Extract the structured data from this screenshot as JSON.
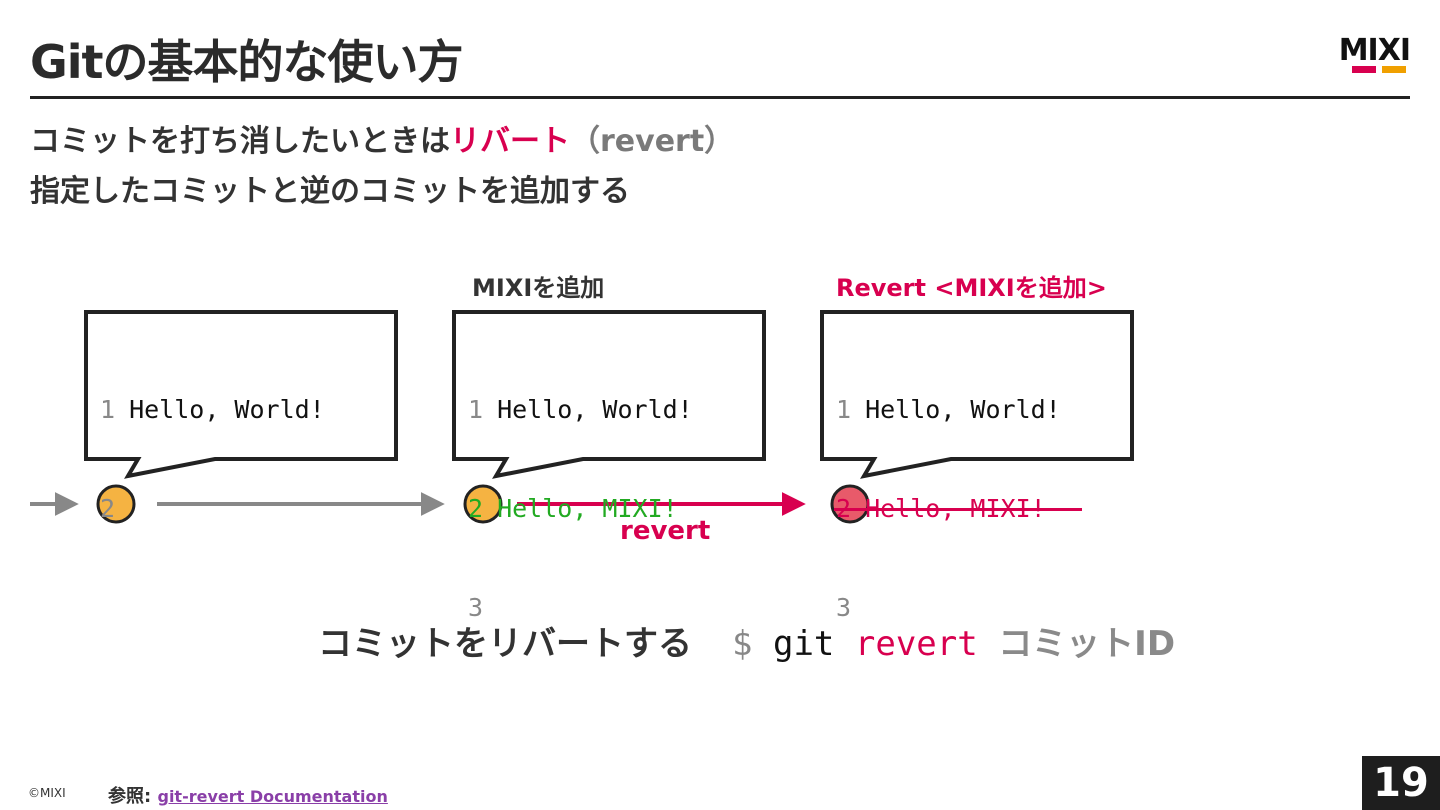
{
  "header": {
    "title": "Gitの基本的な使い方",
    "logo_text": "MIXI",
    "logo_colors": [
      "#d8004f",
      "#f0a000"
    ]
  },
  "subtitle": {
    "line1_prefix": "コミットを打ち消したいときは",
    "line1_accent": "リバート",
    "line1_suffix": "（revert）",
    "line2": "指定したコミットと逆のコミットを追加する"
  },
  "diagram": {
    "commits": [
      {
        "label": "",
        "node_color": "#f5b342",
        "lines": [
          {
            "num": "1",
            "text": "Hello, World!",
            "style": "normal"
          },
          {
            "num": "2",
            "text": "",
            "style": "normal"
          }
        ]
      },
      {
        "label": "MIXIを追加",
        "node_color": "#f5b342",
        "lines": [
          {
            "num": "1",
            "text": "Hello, World!",
            "style": "normal"
          },
          {
            "num": "2",
            "text": "Hello, MIXI!",
            "style": "added"
          },
          {
            "num": "3",
            "text": "",
            "style": "normal"
          }
        ]
      },
      {
        "label": "Revert <MIXIを追加>",
        "node_color": "#e85a6a",
        "lines": [
          {
            "num": "1",
            "text": "Hello, World!",
            "style": "normal"
          },
          {
            "num": "2",
            "text": "Hello, MIXI!",
            "style": "struck"
          },
          {
            "num": "3",
            "text": "",
            "style": "normal"
          }
        ]
      }
    ],
    "revert_label": "revert",
    "arrow_colors": {
      "normal": "#888888",
      "revert": "#d8004f"
    }
  },
  "command": {
    "description": "コミットをリバートする",
    "dollar": "$",
    "git": "git",
    "revert": "revert",
    "arg": "コミットID"
  },
  "footer": {
    "copyright": "©MIXI",
    "ref_label": "参照:",
    "ref_link": "git-revert Documentation",
    "page_number": "19"
  }
}
